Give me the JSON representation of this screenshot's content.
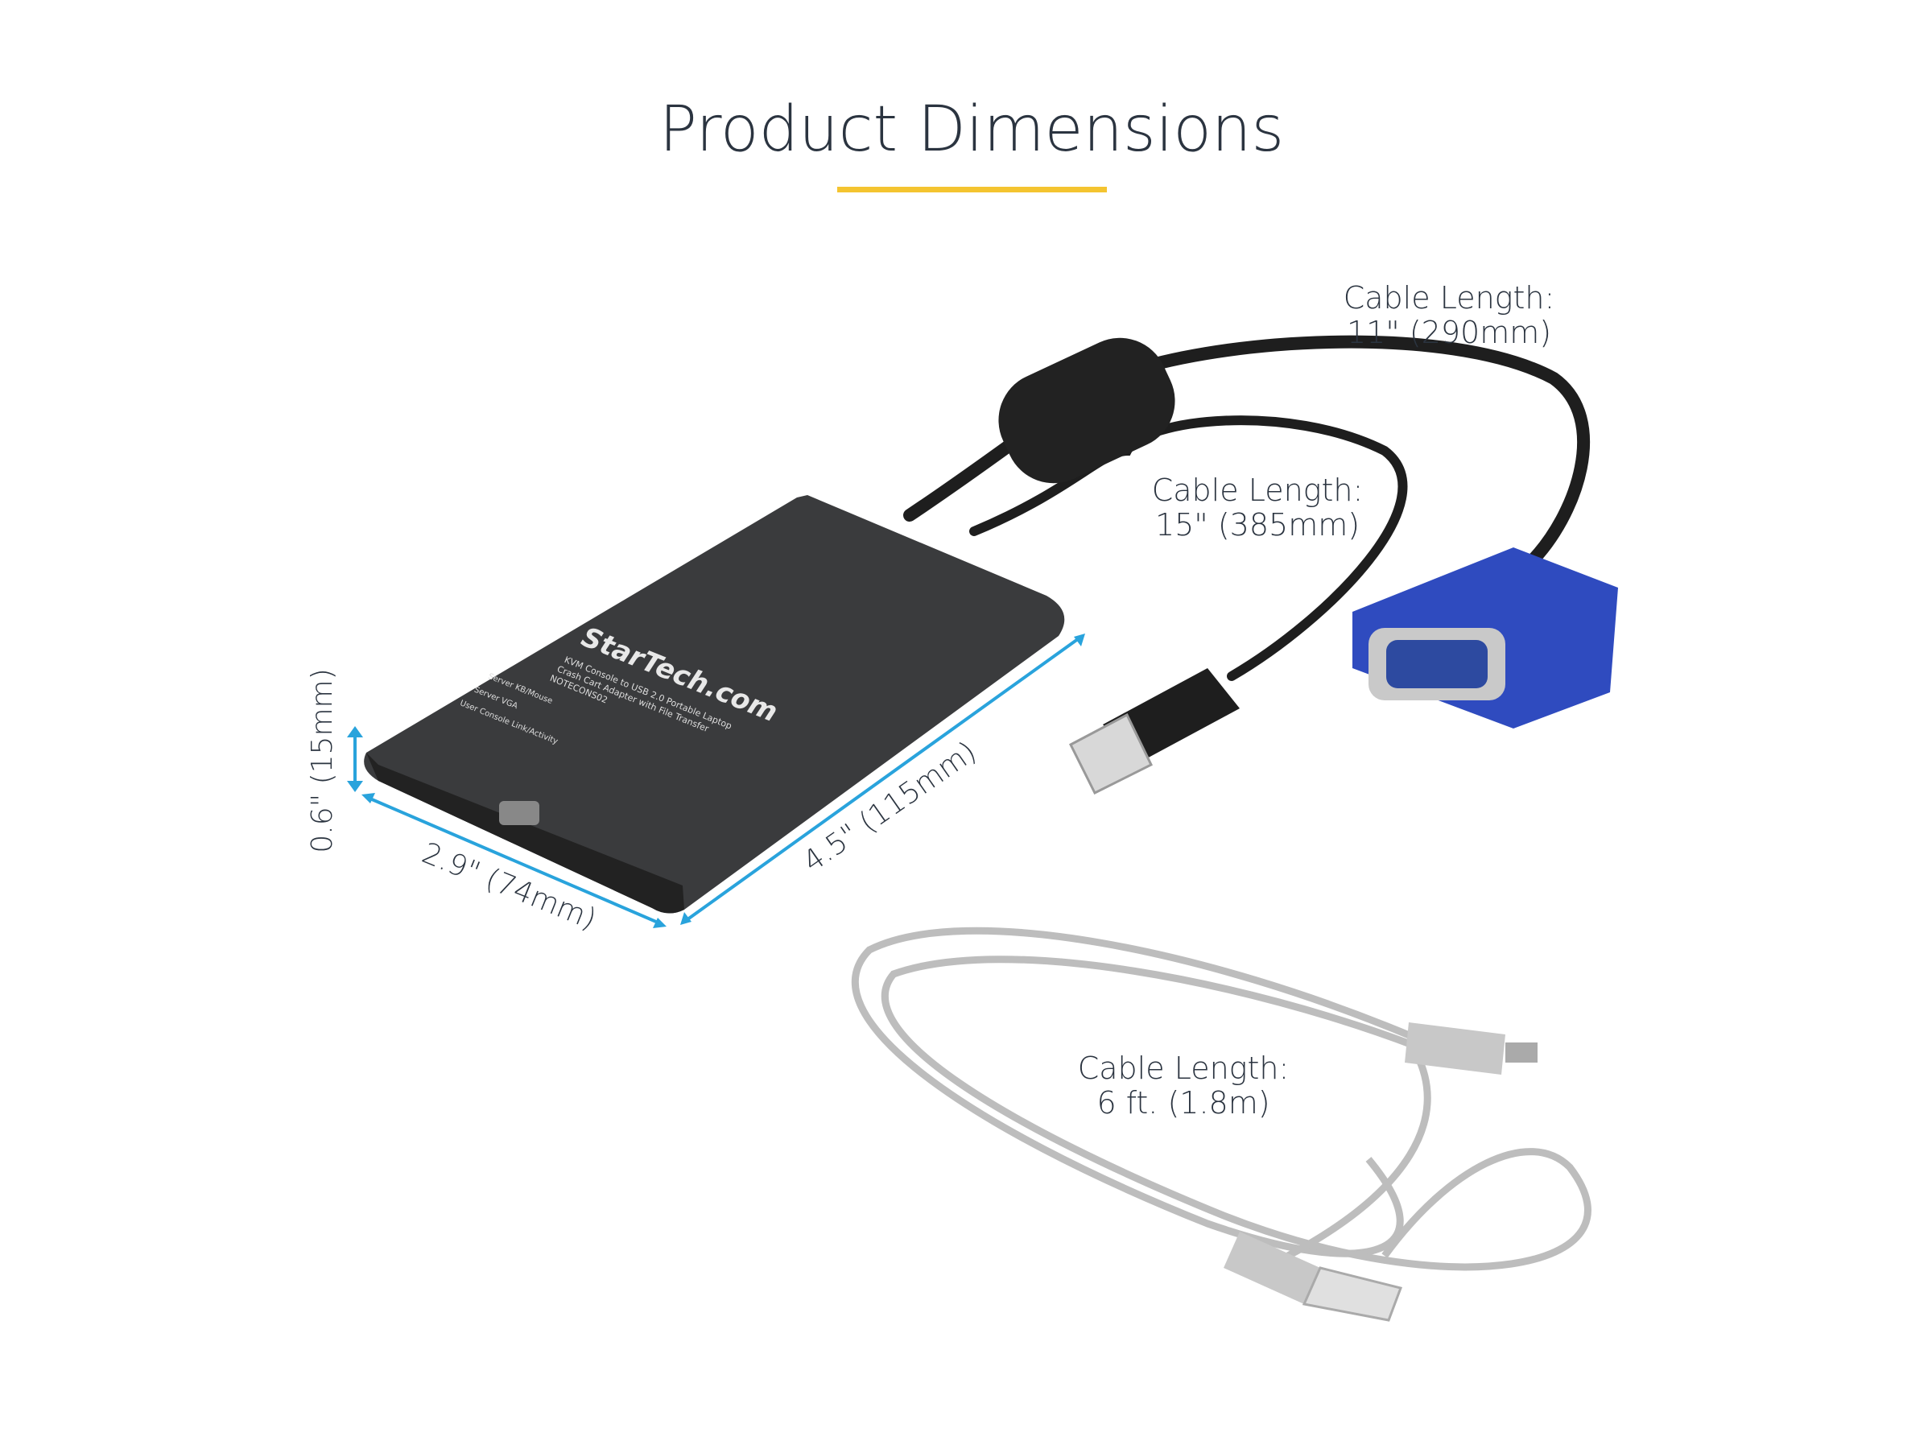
{
  "title": "Product Dimensions",
  "accent_color": "#f4c430",
  "dimension_color": "#29a3dc",
  "dimensions": {
    "height": "0.6\" (15mm)",
    "width": "2.9\" (74mm)",
    "length": "4.5\" (115mm)"
  },
  "cables": [
    {
      "line1": "Cable Length:",
      "line2": "11\" (290mm)"
    },
    {
      "line1": "Cable Length:",
      "line2": "15\" (385mm)"
    },
    {
      "line1": "Cable Length:",
      "line2": "6 ft. (1.8m)"
    }
  ],
  "device": {
    "brand": "StarTech.com",
    "description_line1": "KVM Console to USB 2.0 Portable Laptop",
    "description_line2": "Crash Cart Adapter with File Transfer",
    "model": "NOTECONS02",
    "leds": [
      "Server KB/Mouse",
      "Server VGA",
      "User Console Link/Activity"
    ]
  }
}
